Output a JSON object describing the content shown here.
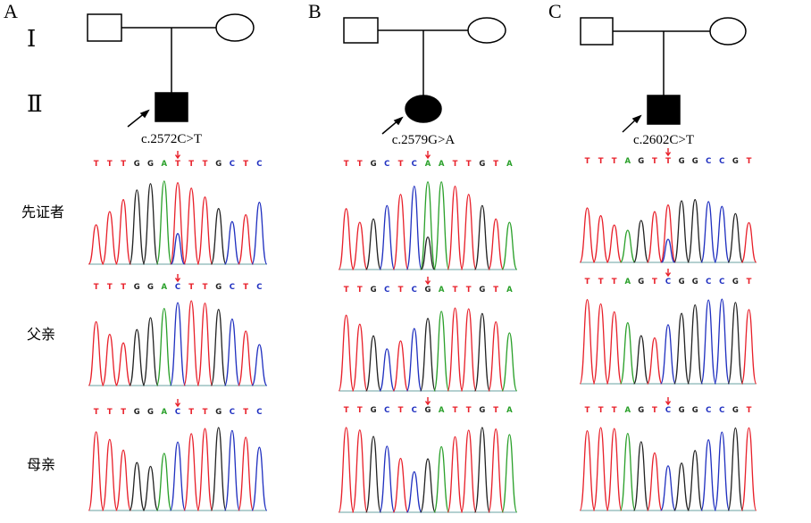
{
  "panels": [
    {
      "label": "A",
      "mutation": "c.2572C>T",
      "affected_shape": "square",
      "sequence": [
        "T",
        "T",
        "T",
        "G",
        "G",
        "A",
        "T",
        "T",
        "T",
        "G",
        "C",
        "T",
        "C"
      ],
      "sequence_father": [
        "T",
        "T",
        "T",
        "G",
        "G",
        "A",
        "C",
        "T",
        "T",
        "G",
        "C",
        "T",
        "C"
      ],
      "sequence_mother": [
        "T",
        "T",
        "T",
        "G",
        "G",
        "A",
        "C",
        "T",
        "T",
        "G",
        "C",
        "T",
        "C"
      ],
      "mutation_index": 6
    },
    {
      "label": "B",
      "mutation": "c.2579G>A",
      "affected_shape": "circle",
      "sequence": [
        "T",
        "T",
        "G",
        "C",
        "T",
        "C",
        "A",
        "A",
        "T",
        "T",
        "G",
        "T",
        "A"
      ],
      "sequence_father": [
        "T",
        "T",
        "G",
        "C",
        "T",
        "C",
        "G",
        "A",
        "T",
        "T",
        "G",
        "T",
        "A"
      ],
      "sequence_mother": [
        "T",
        "T",
        "G",
        "C",
        "T",
        "C",
        "G",
        "A",
        "T",
        "T",
        "G",
        "T",
        "A"
      ],
      "mutation_index": 6
    },
    {
      "label": "C",
      "mutation": "c.2602C>T",
      "affected_shape": "square",
      "sequence": [
        "T",
        "T",
        "T",
        "A",
        "G",
        "T",
        "T",
        "G",
        "G",
        "C",
        "C",
        "G",
        "T"
      ],
      "sequence_father": [
        "T",
        "T",
        "T",
        "A",
        "G",
        "T",
        "C",
        "G",
        "G",
        "C",
        "C",
        "G",
        "T"
      ],
      "sequence_mother": [
        "T",
        "T",
        "T",
        "A",
        "G",
        "T",
        "C",
        "G",
        "G",
        "C",
        "C",
        "G",
        "T"
      ],
      "mutation_index": 6
    }
  ],
  "generations": [
    "Ⅰ",
    "Ⅱ"
  ],
  "row_labels": [
    "先证者",
    "父亲",
    "母亲"
  ],
  "colors": {
    "T": "#e8202a",
    "G": "#222222",
    "A": "#2aa02a",
    "C": "#2030c0",
    "arrow": "#e8202a"
  }
}
